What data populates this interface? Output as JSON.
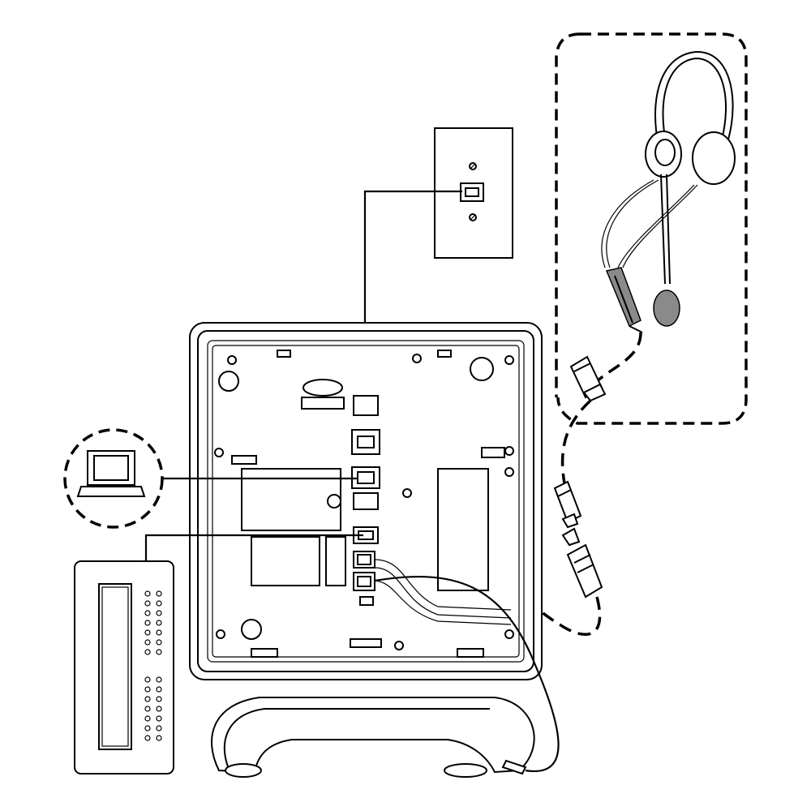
{
  "diagram": {
    "devices": [
      {
        "id": "telephone-base",
        "kind": "telephone base (underside)"
      },
      {
        "id": "wall-jack",
        "kind": "wall plate with jack"
      },
      {
        "id": "computer",
        "kind": "laptop (optional)"
      },
      {
        "id": "expansion-module",
        "kind": "key expansion module"
      },
      {
        "id": "headset",
        "kind": "headset (optional)"
      },
      {
        "id": "handset",
        "kind": "handset"
      }
    ],
    "connections": [
      {
        "from": "wall-jack",
        "to": "telephone-base",
        "style": "solid"
      },
      {
        "from": "computer",
        "to": "telephone-base",
        "style": "solid"
      },
      {
        "from": "expansion-module",
        "to": "telephone-base",
        "style": "solid"
      },
      {
        "from": "headset",
        "to": "telephone-base",
        "style": "dashed"
      },
      {
        "from": "handset",
        "to": "telephone-base",
        "style": "solid"
      }
    ],
    "colors": {
      "line": "#000000",
      "background": "#ffffff",
      "shade": "#8a8a8a"
    }
  }
}
